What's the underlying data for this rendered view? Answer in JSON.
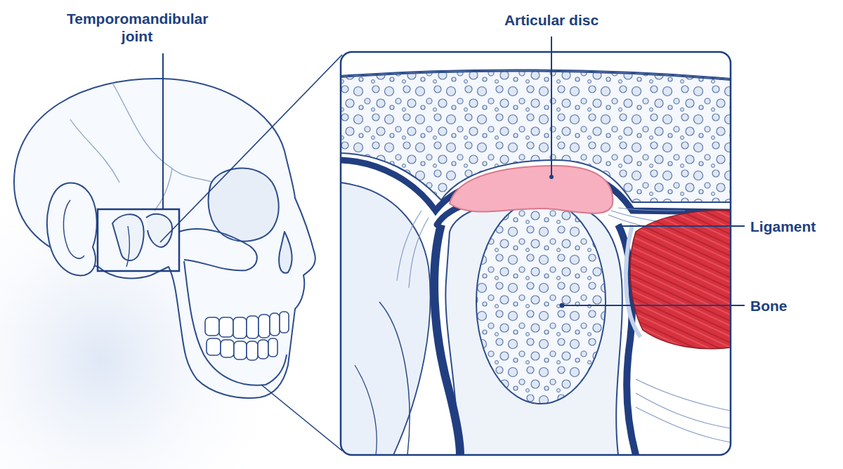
{
  "diagram": {
    "labels": [
      "Temporomandibular joint",
      "Articular disc",
      "Ligament",
      "Bone"
    ]
  }
}
